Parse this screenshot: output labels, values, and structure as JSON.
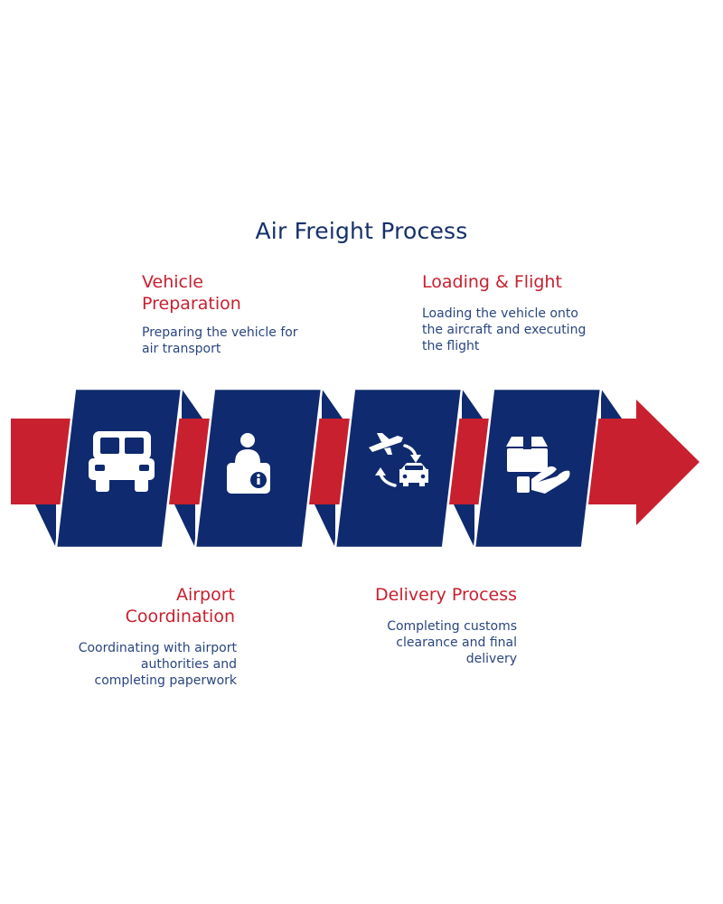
{
  "title": "Air Freight Process",
  "colors": {
    "red": "#c8202f",
    "navy": "#0f2a6e",
    "white": "#ffffff",
    "title": "#16306a",
    "text": "#2a4580"
  },
  "steps": [
    {
      "title": "Vehicle Preparation",
      "description": "Preparing the vehicle for air transport",
      "icon": "truck-icon"
    },
    {
      "title": "Airport Coordination",
      "description": "Coordinating with airport authorities and completing paperwork",
      "icon": "info-desk-icon"
    },
    {
      "title": "Loading & Flight",
      "description": "Loading the vehicle onto the aircraft and executing the flight",
      "icon": "plane-car-transfer-icon"
    },
    {
      "title": "Delivery Process",
      "description": "Completing customs clearance and final delivery",
      "icon": "package-hand-icon"
    }
  ]
}
